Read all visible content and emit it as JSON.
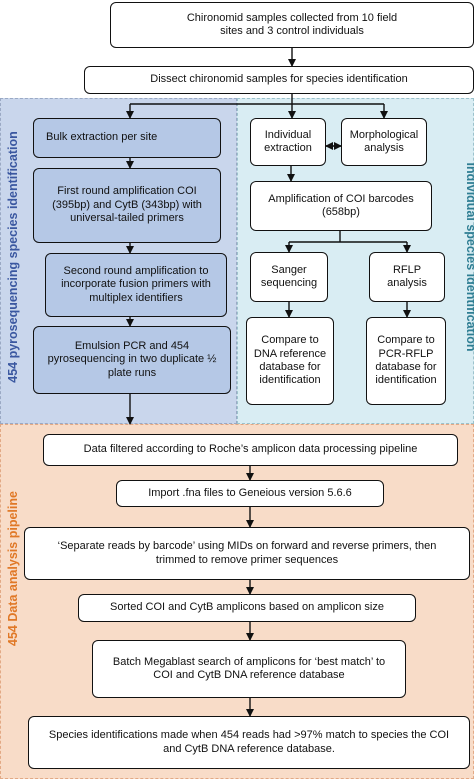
{
  "sections": {
    "pyro_label": "454 pyrosequencing species identification",
    "individual_label": "Individual species identification",
    "analysis_label": "454 Data analysis pipeline"
  },
  "top": {
    "collected": "Chironomid samples collected from 10 field sites and 3 control individuals",
    "dissect": "Dissect chironomid samples for species identification"
  },
  "pyro": {
    "bulk": "Bulk extraction per site",
    "first_round": "First round amplification COI (395bp) and CytB (343bp) with universal-tailed primers",
    "second_round": "Second round amplification to incorporate fusion primers with multiplex identifiers",
    "emulsion": "Emulsion PCR and 454 pyrosequencing in two duplicate ½ plate runs"
  },
  "individual": {
    "extraction": "Individual extraction",
    "morphological": "Morphological analysis",
    "amplification": "Amplification of COI barcodes (658bp)",
    "sanger": "Sanger sequencing",
    "rflp": "RFLP analysis",
    "compare_dna": "Compare to DNA reference database for identification",
    "compare_pcr": "Compare to PCR-RFLP database for identification"
  },
  "analysis": {
    "filtered": "Data filtered according to Roche’s amplicon data processing pipeline",
    "import": "Import .fna files to Geneious version 5.6.6",
    "separate": "‘Separate reads by barcode’ using MIDs on forward and reverse primers, then trimmed to remove primer sequences",
    "sorted": "Sorted COI and CytB amplicons based on amplicon size",
    "batch": "Batch Megablast search of amplicons for ‘best match’ to COI and CytB DNA reference database",
    "species": "Species identifications made when 454 reads had >97% match to species the COI and CytB DNA reference database."
  }
}
